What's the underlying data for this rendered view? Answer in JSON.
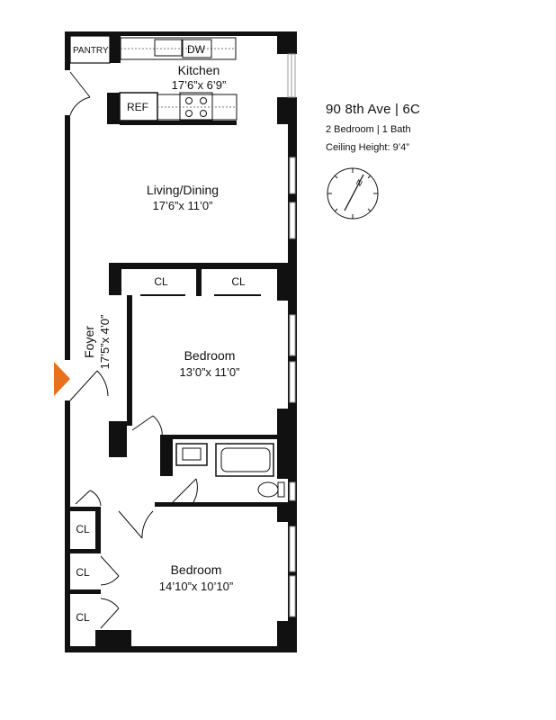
{
  "listing": {
    "address": "90 8th Ave | 6C",
    "layout": "2 Bedroom | 1 Bath",
    "ceiling": "Ceiling Height: 9’4”"
  },
  "rooms": {
    "kitchen": {
      "name": "Kitchen",
      "dims": "17’6”x 6’9”"
    },
    "living": {
      "name": "Living/Dining",
      "dims": "17’6”x 11’0”"
    },
    "foyer": {
      "name": "Foyer",
      "dims": "17’5”x 4’0”"
    },
    "bedroom1": {
      "name": "Bedroom",
      "dims": "13’0”x 11’0”"
    },
    "bedroom2": {
      "name": "Bedroom",
      "dims": "14’10”x 10’10”"
    }
  },
  "fixtures": {
    "pantry": "PANTRY",
    "dishwasher": "DW",
    "refrigerator": "REF",
    "closet": "CL"
  },
  "colors": {
    "wall": "#111111",
    "entry_marker": "#e8711e",
    "window": "#9a9a9a"
  }
}
